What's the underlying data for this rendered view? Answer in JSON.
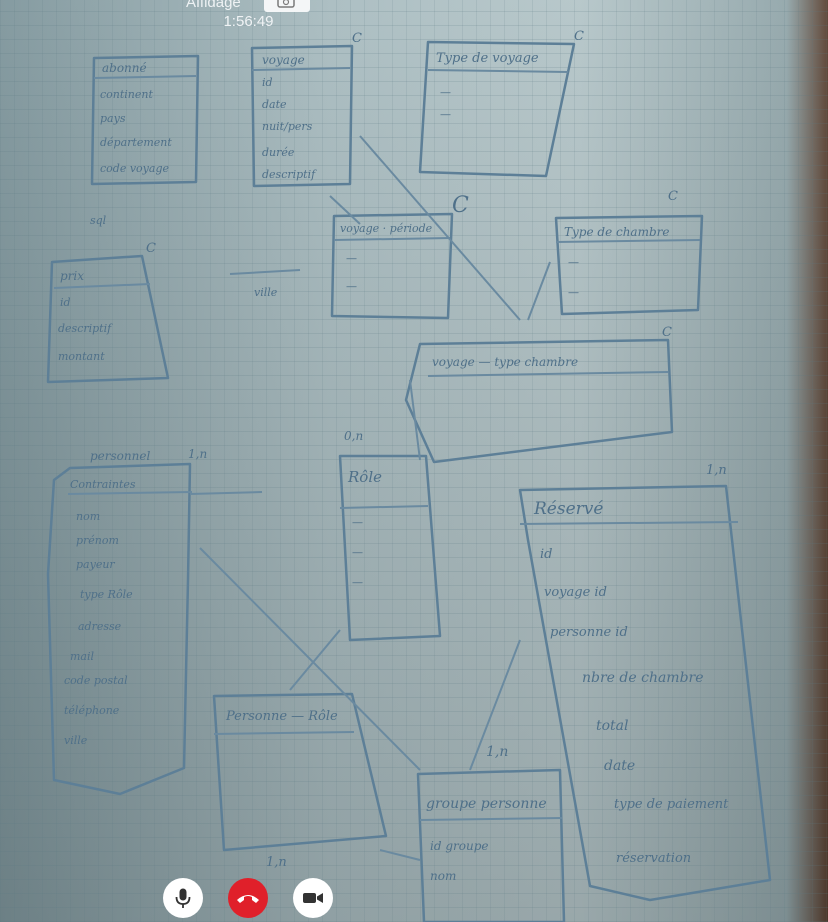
{
  "call": {
    "contact_name": "Affidage",
    "timer": "1:56:49"
  },
  "sketch": {
    "tables": [
      {
        "title": "abonné",
        "fields": [
          "continent",
          "pays",
          "département",
          "code voyage"
        ]
      },
      {
        "title": "voyage",
        "fields": [
          "id",
          "date",
          "nuit/pers",
          "durée",
          "descriptif"
        ]
      },
      {
        "title": "Type de voyage",
        "fields": [
          "—",
          "—"
        ]
      },
      {
        "title": "voyage · période",
        "fields": [
          "—",
          "—"
        ]
      },
      {
        "title": "Type de chambre",
        "fields": [
          "—",
          "—"
        ]
      },
      {
        "title": "voyage — type chambre",
        "fields": []
      },
      {
        "title": "prix",
        "fields": [
          "id",
          "descriptif",
          "montant"
        ]
      },
      {
        "title": "personnel",
        "fields": [
          "Contraintes",
          "nom",
          "prénom",
          "payeur",
          "type Rôle",
          "adresse",
          "mail",
          "code postal",
          "téléphone",
          "ville"
        ]
      },
      {
        "title": "Rôle",
        "fields": [
          "—",
          "—",
          "—"
        ]
      },
      {
        "title": "Réservé",
        "fields": [
          "id",
          "voyage id",
          "personne id",
          "nbre de chambre",
          "total",
          "date",
          "type de paiement",
          "réservation"
        ]
      },
      {
        "title": "Personne — Rôle",
        "fields": []
      },
      {
        "title": "groupe personne",
        "fields": [
          "id groupe",
          "nom"
        ]
      }
    ],
    "notes": [
      "C",
      "C",
      "C",
      "C",
      "C",
      "C",
      "1,n",
      "0,n",
      "1,n",
      "1,n",
      "1,n",
      "ville",
      "sql"
    ]
  },
  "controls": {
    "mic": "microphone-icon",
    "hangup": "hang-up-icon",
    "camera": "video-camera-icon",
    "hangup_color": "#e0202a"
  }
}
